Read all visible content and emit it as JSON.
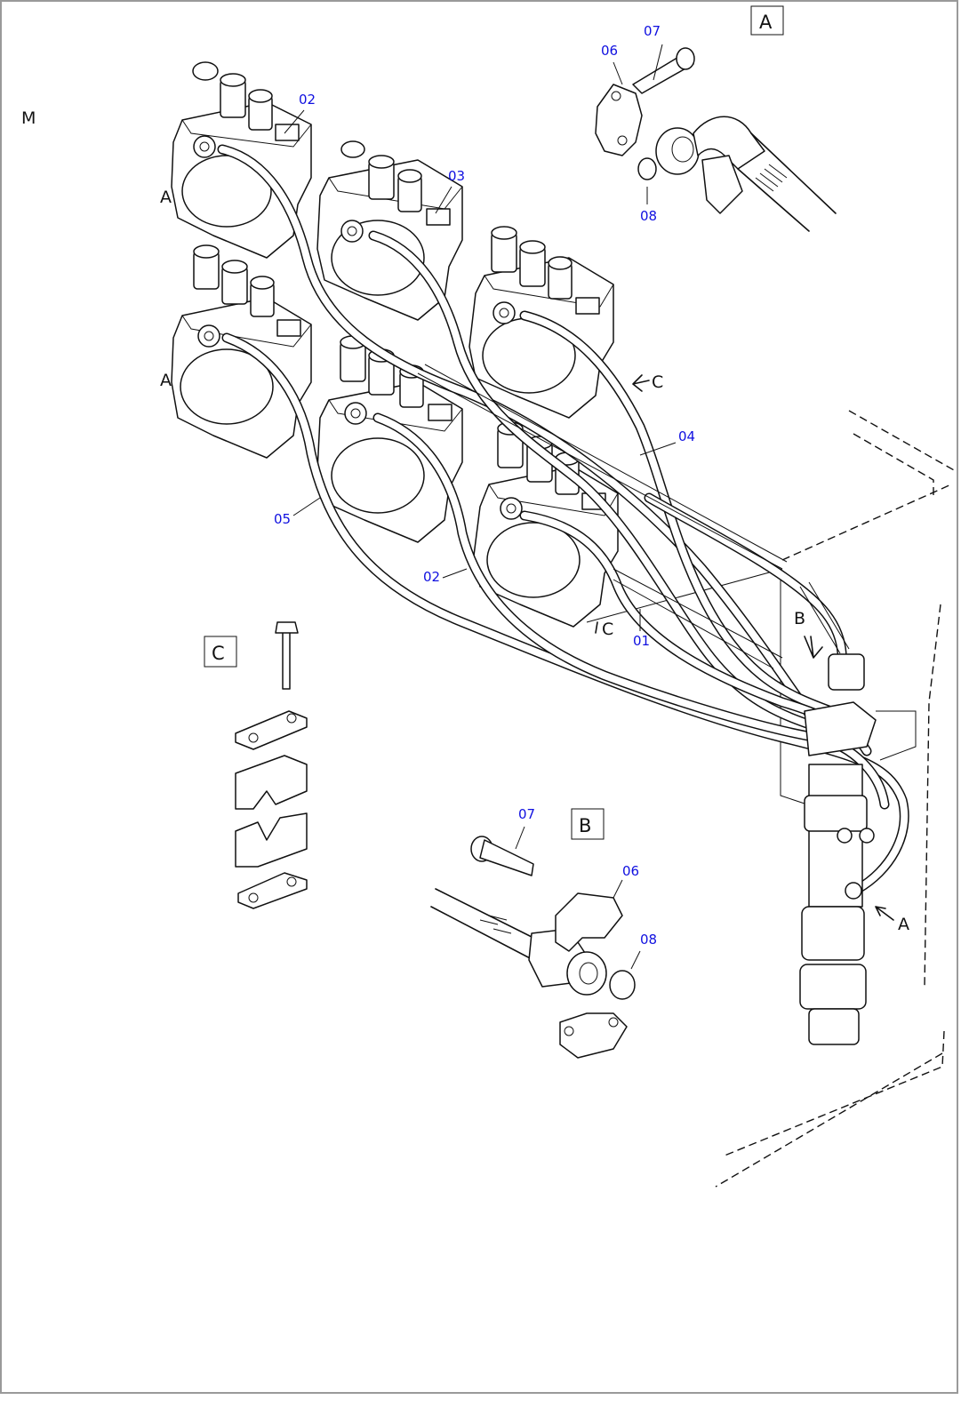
{
  "sheet_mark": "M",
  "detail_boxes": [
    {
      "id": "detail-a",
      "label": "A"
    },
    {
      "id": "detail-b",
      "label": "B"
    },
    {
      "id": "detail-c",
      "label": "C"
    }
  ],
  "view_refs": {
    "a1": "A",
    "a2": "A",
    "a3": "A",
    "b": "B",
    "c1": "C",
    "c2": "C"
  },
  "callouts": {
    "main_02_top": "02",
    "main_03": "03",
    "main_04": "04",
    "main_05": "05",
    "main_02_bottom": "02",
    "main_01": "01",
    "a_06": "06",
    "a_07": "07",
    "a_08": "08",
    "b_07": "07",
    "b_06": "06",
    "b_08": "08"
  },
  "colors": {
    "line": "#111111",
    "callout": "#1010e0",
    "frame": "#9a9a9a"
  }
}
